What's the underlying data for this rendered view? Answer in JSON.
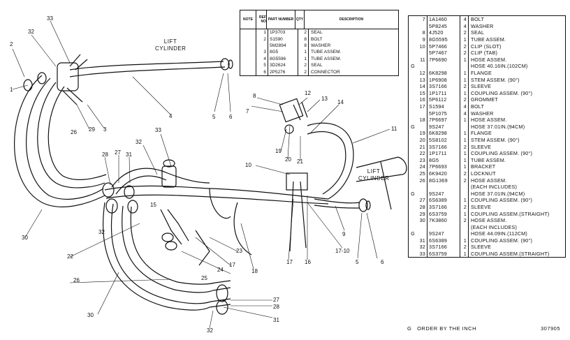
{
  "top_table": {
    "headers": [
      "NOTE",
      "REF NO",
      "PART NUMBER",
      "QTY",
      "DESCRIPTION"
    ],
    "rows": [
      {
        "note": "",
        "ref": "1",
        "part": "1P3703",
        "qty": "2",
        "desc": "SEAL"
      },
      {
        "note": "",
        "ref": "2",
        "part": "S1590",
        "qty": "8",
        "desc": "BOLT"
      },
      {
        "note": "",
        "ref": "",
        "part": "5M2894",
        "qty": "8",
        "desc": "WASHER"
      },
      {
        "note": "",
        "ref": "3",
        "part": "8G5",
        "qty": "1",
        "desc": "TUBE ASSEM."
      },
      {
        "note": "",
        "ref": "4",
        "part": "8G5596",
        "qty": "1",
        "desc": "TUBE ASSEM."
      },
      {
        "note": "",
        "ref": "5",
        "part": "3D2624",
        "qty": "2",
        "desc": "SEAL"
      },
      {
        "note": "",
        "ref": "6",
        "part": "2P5276",
        "qty": "2",
        "desc": "CONNECTOR"
      }
    ]
  },
  "right_table": {
    "rows": [
      {
        "note": "",
        "ref": "7",
        "part": "1A1460",
        "qty": "4",
        "desc": "BOLT"
      },
      {
        "note": "",
        "ref": "",
        "part": "5P8245",
        "qty": "4",
        "desc": "WASHER"
      },
      {
        "note": "",
        "ref": "8",
        "part": "4J520",
        "qty": "2",
        "desc": "SEAL"
      },
      {
        "note": "",
        "ref": "9",
        "part": "8G5595",
        "qty": "1",
        "desc": "TUBE ASSEM."
      },
      {
        "note": "",
        "ref": "10",
        "part": "5P7466",
        "qty": "2",
        "desc": "CLIP (SLOT)"
      },
      {
        "note": "",
        "ref": "",
        "part": "5P7467",
        "qty": "2",
        "desc": "CLIP (TAB)"
      },
      {
        "note": "",
        "ref": "11",
        "part": "7P6690",
        "qty": "1",
        "desc": "HOSE ASSEM."
      },
      {
        "note": "G",
        "ref": "",
        "part": "",
        "qty": "",
        "desc": "HOSE 40.16IN.(102CM)"
      },
      {
        "note": "",
        "ref": "12",
        "part": "6K8298",
        "qty": "1",
        "desc": "FLANGE"
      },
      {
        "note": "",
        "ref": "13",
        "part": "1P6908",
        "qty": "1",
        "desc": "STEM ASSEM. (90°)"
      },
      {
        "note": "",
        "ref": "14",
        "part": "3S7166",
        "qty": "2",
        "desc": "SLEEVE"
      },
      {
        "note": "",
        "ref": "15",
        "part": "1P1711",
        "qty": "1",
        "desc": "COUPLING ASSEM. (90°)"
      },
      {
        "note": "",
        "ref": "16",
        "part": "5P6112",
        "qty": "2",
        "desc": "GROMMET"
      },
      {
        "note": "",
        "ref": "17",
        "part": "S1594",
        "qty": "4",
        "desc": "BOLT"
      },
      {
        "note": "",
        "ref": "",
        "part": "5P1075",
        "qty": "4",
        "desc": "WASHER"
      },
      {
        "note": "",
        "ref": "18",
        "part": "7P6697",
        "qty": "1",
        "desc": "HOSE ASSEM."
      },
      {
        "note": "G",
        "ref": "",
        "part": "9S247",
        "qty": "",
        "desc": "HOSE 37.01IN.(94CM)"
      },
      {
        "note": "",
        "ref": "19",
        "part": "6K8298",
        "qty": "1",
        "desc": "FLANGE"
      },
      {
        "note": "",
        "ref": "20",
        "part": "5S8102",
        "qty": "1",
        "desc": "STEM ASSEM. (90°)"
      },
      {
        "note": "",
        "ref": "21",
        "part": "3S7166",
        "qty": "2",
        "desc": "SLEEVE"
      },
      {
        "note": "",
        "ref": "22",
        "part": "1P1711",
        "qty": "1",
        "desc": "COUPLING ASSEM. (90°)"
      },
      {
        "note": "",
        "ref": "23",
        "part": "8G5",
        "qty": "1",
        "desc": "TUBE ASSEM."
      },
      {
        "note": "",
        "ref": "24",
        "part": "7P6693",
        "qty": "1",
        "desc": "BRACKET"
      },
      {
        "note": "",
        "ref": "25",
        "part": "6K9420",
        "qty": "2",
        "desc": "LOCKNUT"
      },
      {
        "note": "",
        "ref": "26",
        "part": "8G1369",
        "qty": "2",
        "desc": "HOSE ASSEM."
      },
      {
        "note": "",
        "ref": "",
        "part": "",
        "qty": "",
        "desc": "(EACH INCLUDES)"
      },
      {
        "note": "G",
        "ref": "",
        "part": "9S247",
        "qty": "",
        "desc": "HOSE 37.01IN.(94CM)"
      },
      {
        "note": "",
        "ref": "27",
        "part": "6S6389",
        "qty": "1",
        "desc": "COUPLING ASSEM. (90°)"
      },
      {
        "note": "",
        "ref": "28",
        "part": "3S7166",
        "qty": "2",
        "desc": "SLEEVE"
      },
      {
        "note": "",
        "ref": "29",
        "part": "6S3759",
        "qty": "1",
        "desc": "COUPLING ASSEM.(STRAIGHT)"
      },
      {
        "note": "",
        "ref": "30",
        "part": "7K3860",
        "qty": "2",
        "desc": "HOSE ASSEM."
      },
      {
        "note": "",
        "ref": "",
        "part": "",
        "qty": "",
        "desc": "(EACH INCLUDES)"
      },
      {
        "note": "G",
        "ref": "",
        "part": "9S247",
        "qty": "",
        "desc": "HOSE 44.09IN.(112CM)"
      },
      {
        "note": "",
        "ref": "31",
        "part": "6S6389",
        "qty": "1",
        "desc": "COUPLING ASSEM. (90°)"
      },
      {
        "note": "",
        "ref": "32",
        "part": "3S7166",
        "qty": "2",
        "desc": "SLEEVE"
      },
      {
        "note": "",
        "ref": "33",
        "part": "6S3759",
        "qty": "1",
        "desc": "COUPLING ASSEM.(STRAIGHT)"
      }
    ]
  },
  "footnote": "G   ORDER BY THE INCH",
  "figure_number": "307905",
  "diagram_labels": {
    "lift_cylinder_top": "LIFT\nCYLINDER",
    "lift_cylinder_right": "LIFT\nCYLINDER",
    "callouts": [
      "1",
      "2",
      "3",
      "4",
      "5",
      "6",
      "7",
      "8",
      "9",
      "10",
      "11",
      "12",
      "13",
      "14",
      "15",
      "16",
      "17",
      "18",
      "19",
      "20",
      "21",
      "22",
      "23",
      "24",
      "25",
      "26",
      "27",
      "28",
      "29",
      "30",
      "31",
      "32",
      "33",
      "17-10"
    ]
  }
}
